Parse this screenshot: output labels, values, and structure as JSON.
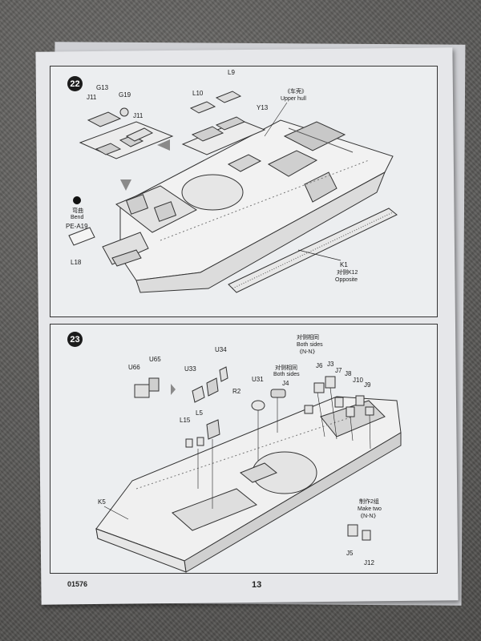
{
  "document": {
    "product_code": "01576",
    "page_number": "13"
  },
  "step22": {
    "number": "22",
    "labels": {
      "g13": "G13",
      "j11_left": "J11",
      "g19": "G19",
      "j11_right": "J11",
      "l10": "L10",
      "l9": "L9",
      "y13": "Y13",
      "upper_hull_cn": "《车壳》",
      "upper_hull_en": "Upper hull",
      "bend_cn": "弯曲",
      "bend_en": "Bend",
      "pe_a19": "PE-A19",
      "l18": "L18",
      "k1": "K1",
      "opposite_cn": "对侧K12",
      "opposite_en": "Opposite"
    }
  },
  "step23": {
    "number": "23",
    "labels": {
      "u66": "U66",
      "u65": "U65",
      "u33": "U33",
      "u34": "U34",
      "r2": "R2",
      "u31": "U31",
      "both_sides_top_cn": "对侧相同",
      "both_sides_top_en": "Both sides",
      "n_n_top": "《N-N》",
      "both_sides_mid_cn": "对侧相同",
      "both_sides_mid_en": "Both sides",
      "j4": "J4",
      "j6": "J6",
      "j3": "J3",
      "j7": "J7",
      "j8": "J8",
      "j10": "J10",
      "j9": "J9",
      "l15": "L15",
      "l5": "L5",
      "k5": "K5",
      "make_two_cn": "制作2组",
      "make_two_en": "Make two",
      "n_n_bottom": "《N-N》",
      "j5": "J5",
      "j12": "J12"
    }
  }
}
